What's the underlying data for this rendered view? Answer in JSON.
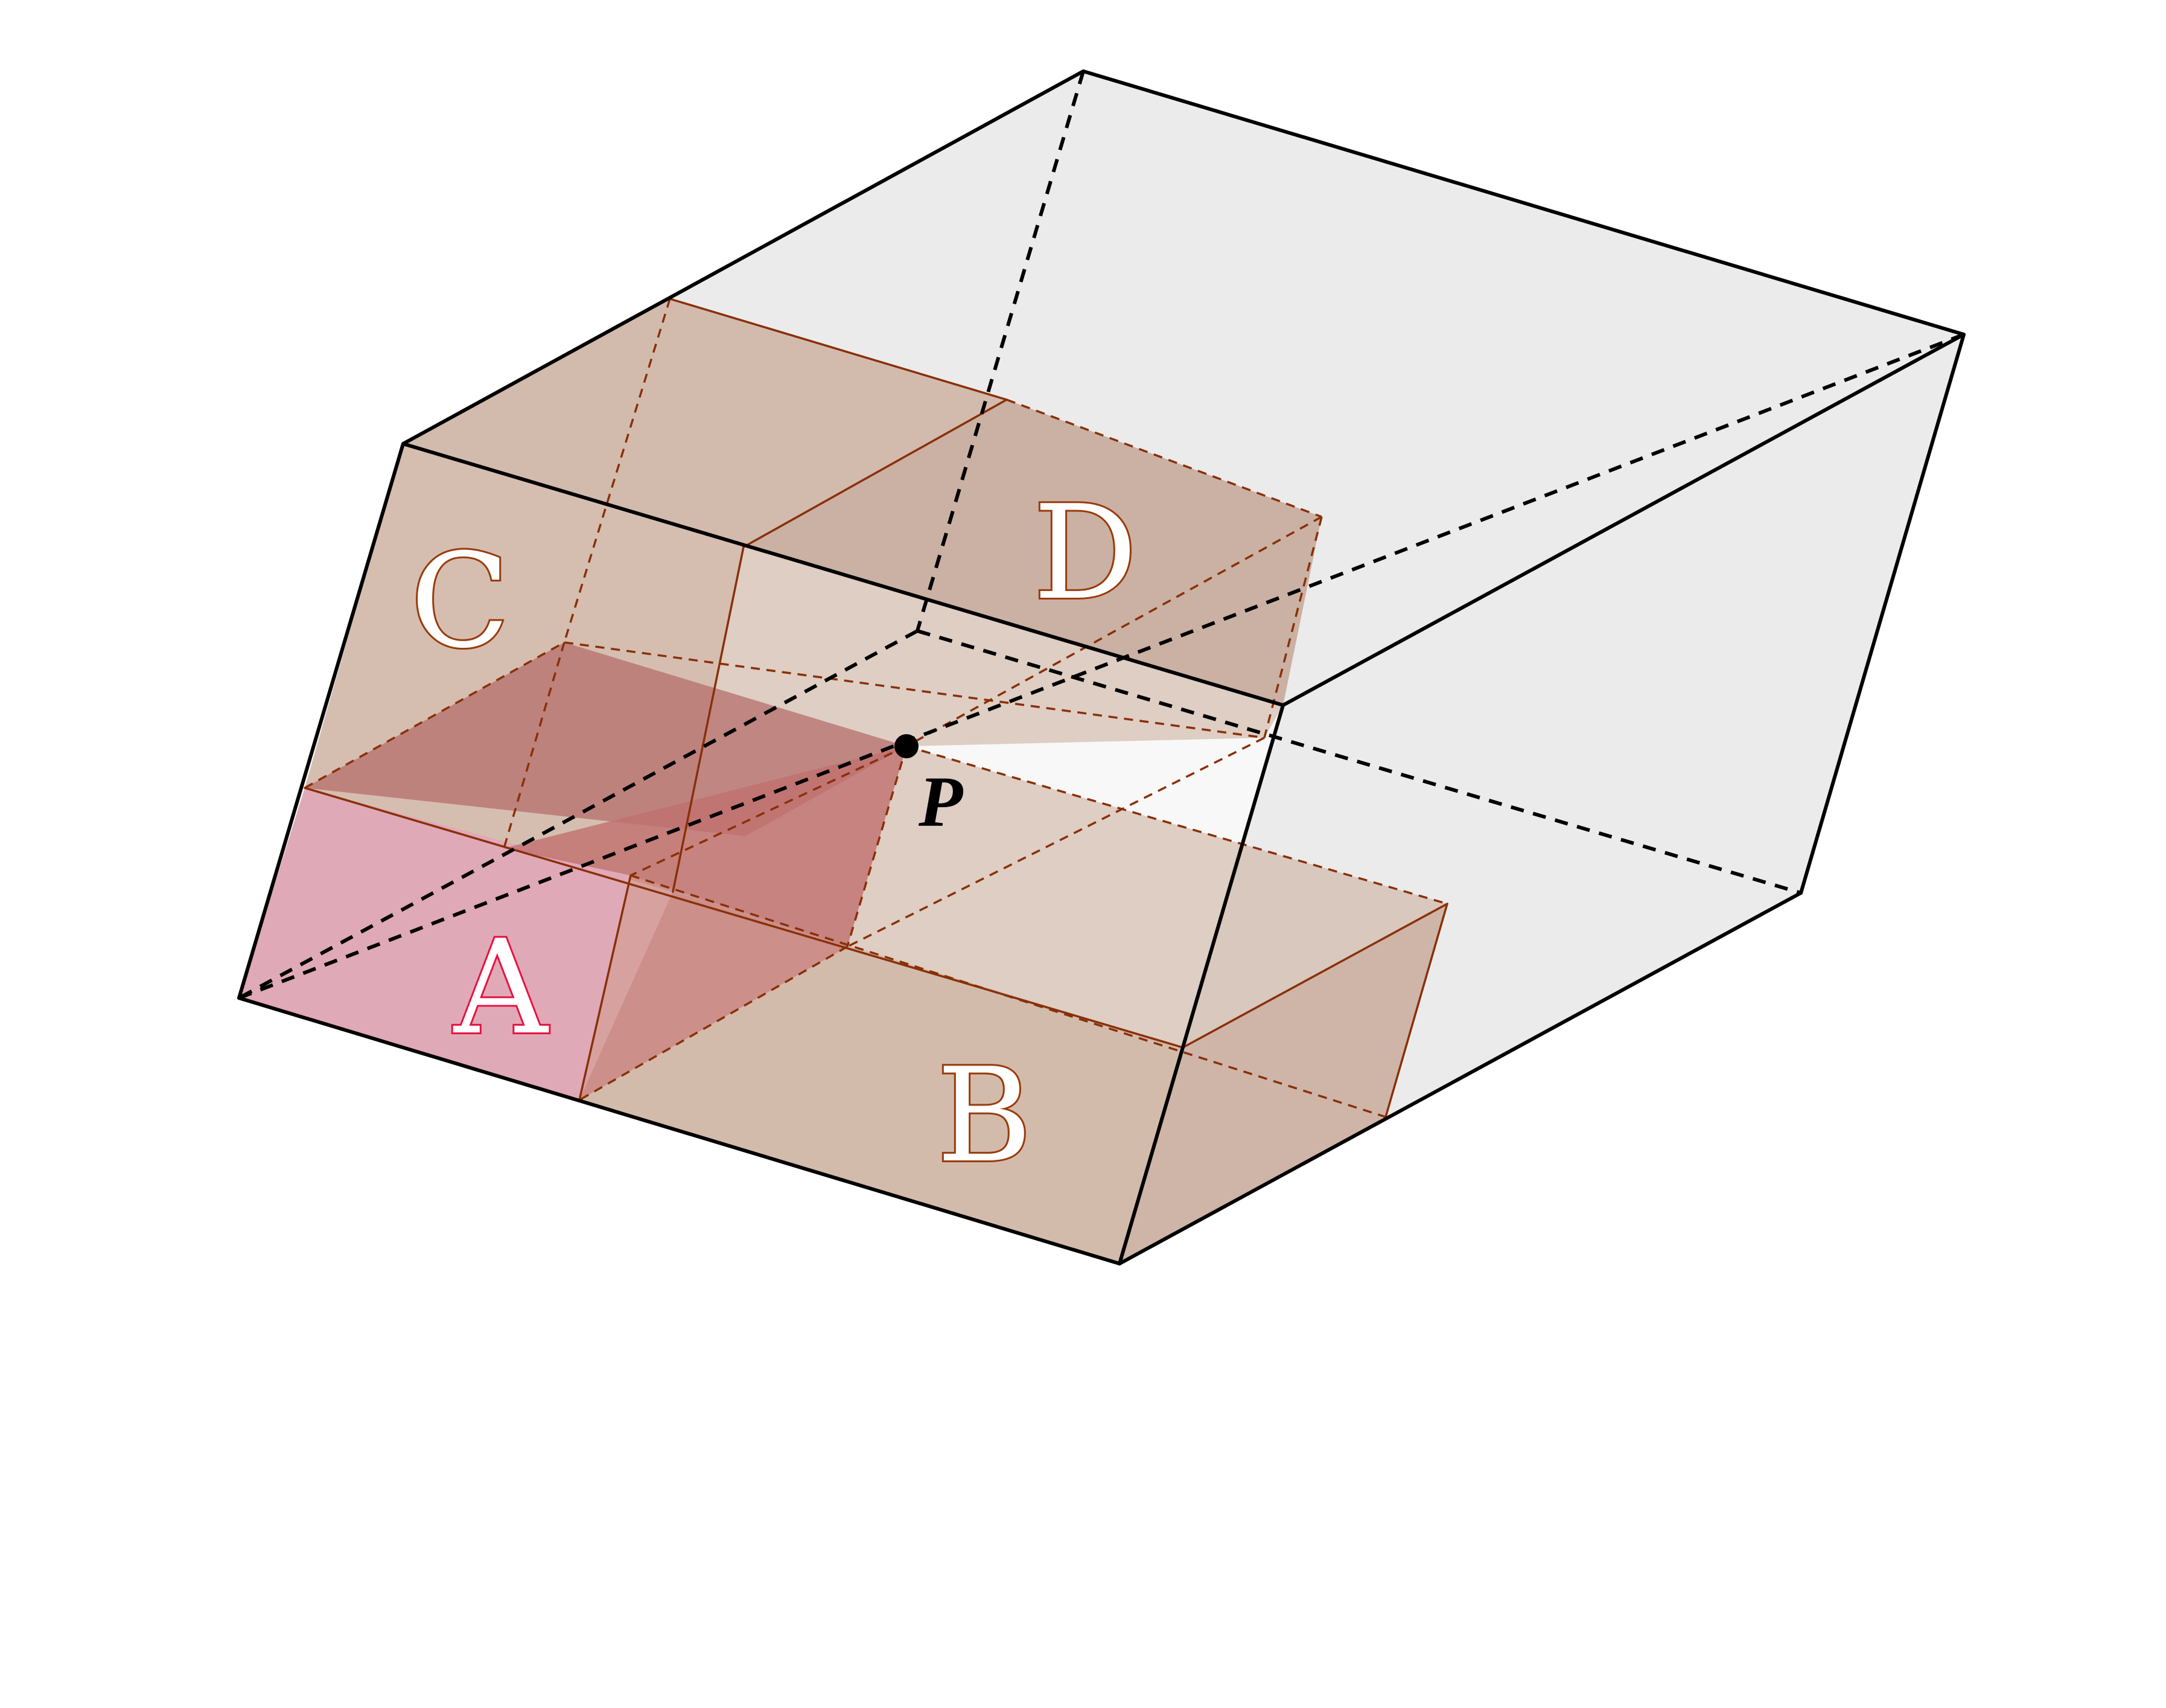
{
  "labels": {
    "region_a": "A",
    "region_b": "B",
    "region_c": "C",
    "region_d": "D",
    "point": "P"
  },
  "colors": {
    "prism_fill": "#ebebeb",
    "block_fill": "#c9ab98",
    "block_edge": "#8a2f07",
    "region_a": "#e0a9b8",
    "region_a_label": "#e8123f",
    "region_overlap": "#c0706e",
    "region_label": "#9a3a0a",
    "edge": "#000000"
  }
}
